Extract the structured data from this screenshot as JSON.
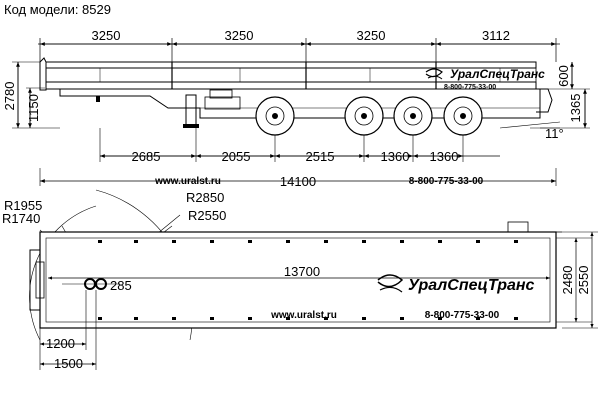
{
  "header": {
    "model_label": "Код модели: 8529"
  },
  "brand": {
    "name": "УралСпецТранс",
    "website": "www.uralst.ru",
    "phone": "8-800-775-33-00"
  },
  "side_view": {
    "top_dims": [
      "3250",
      "3250",
      "3250",
      "3112"
    ],
    "left_dims": [
      "2780",
      "1150"
    ],
    "right_dims": [
      "600",
      "1365"
    ],
    "angle": "11°",
    "bottom_dims": [
      "2685",
      "2055",
      "2515",
      "1360",
      "1360"
    ],
    "overall_length": "14100"
  },
  "top_view": {
    "radii": [
      "R1955",
      "R1740",
      "R2850",
      "R2550"
    ],
    "deck_length": "13700",
    "kingpin_offset": "285",
    "bottom_dims": [
      "1200",
      "1500"
    ],
    "right_dims": [
      "2480",
      "2550"
    ]
  }
}
